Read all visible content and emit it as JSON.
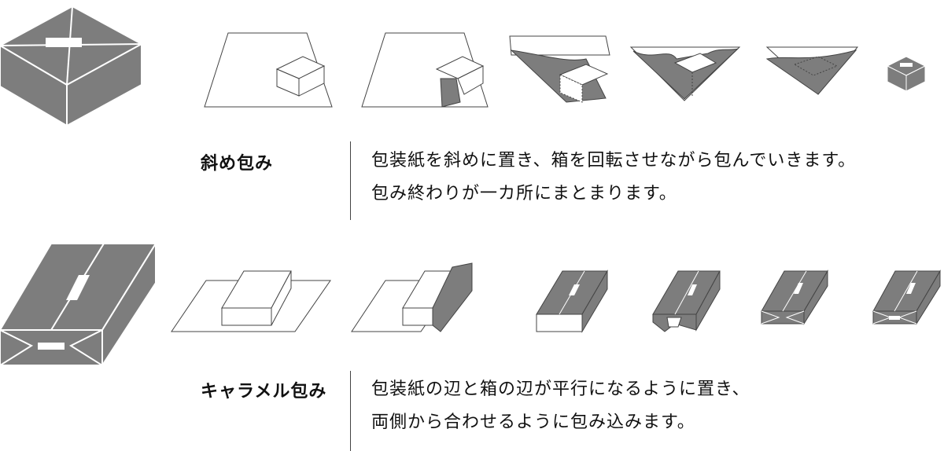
{
  "colors": {
    "box_fill": "#7d7d7d",
    "line": "#444444",
    "paper": "#ffffff"
  },
  "methods": [
    {
      "label": "斜め包み",
      "description_lines": [
        "包装紙を斜めに置き、箱を回転させながら包んでいきます。",
        "包み終わりが一カ所にまとまります。"
      ]
    },
    {
      "label": "キャラメル包み",
      "description_lines": [
        "包装紙の辺と箱の辺が平行になるように置き、",
        "両側から合わせるように包み込みます。"
      ]
    }
  ]
}
